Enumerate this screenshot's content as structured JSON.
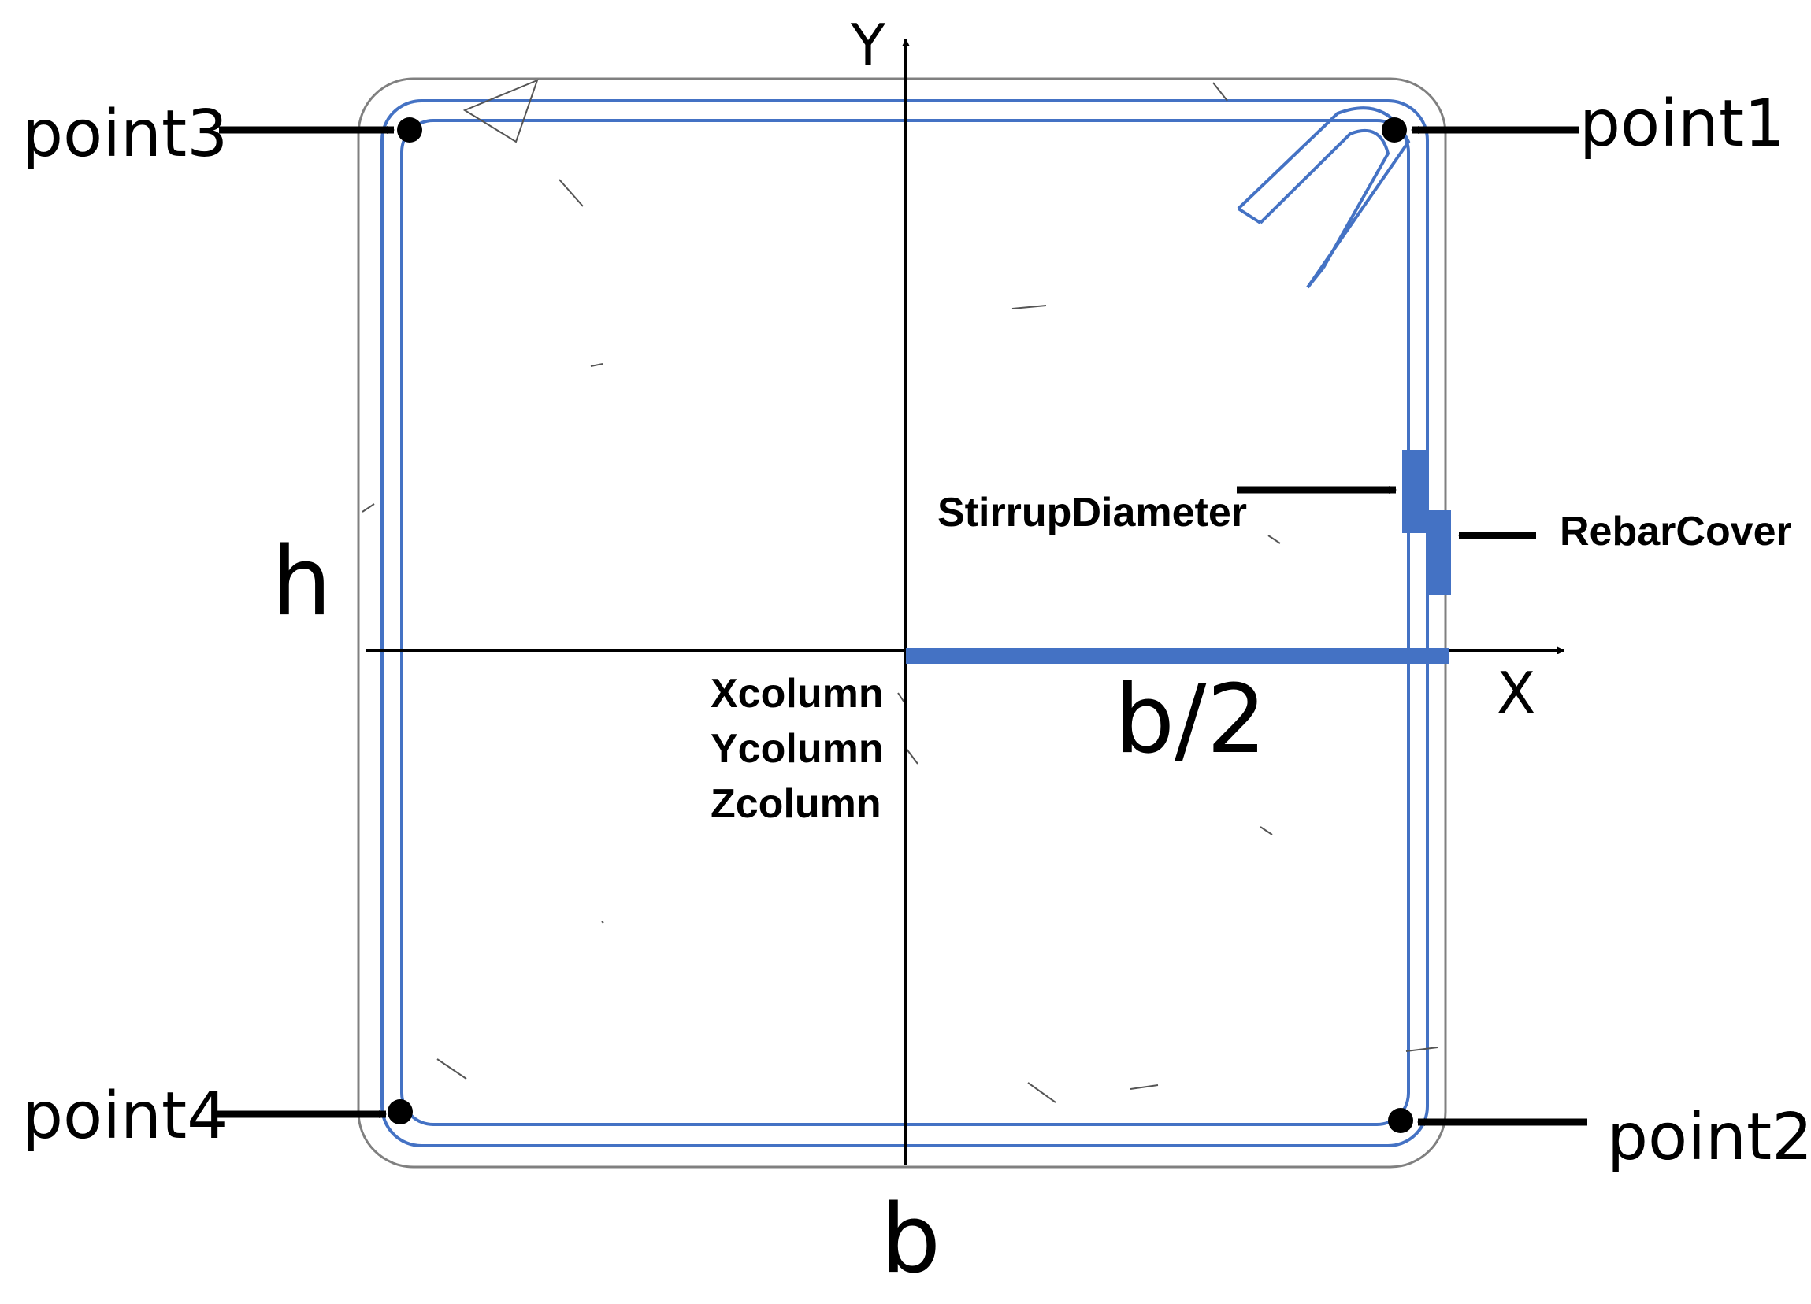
{
  "colors": {
    "stirrup": "#4472C4",
    "dimension_bar": "#4472C4",
    "outline": "#808080",
    "axis": "#000000",
    "rebar": "#000000"
  },
  "labels": {
    "axis_y": "Y",
    "axis_x": "X",
    "point1": "point1",
    "point2": "point2",
    "point3": "point3",
    "point4": "point4",
    "dim_h": "h",
    "dim_b": "b",
    "dim_half_b": "b/2",
    "stirrup_diameter": "StirrupDiameter",
    "rebar_cover": "RebarCover",
    "xcolumn": "Xcolumn",
    "ycolumn": "Ycolumn",
    "zcolumn": "Zcolumn"
  }
}
